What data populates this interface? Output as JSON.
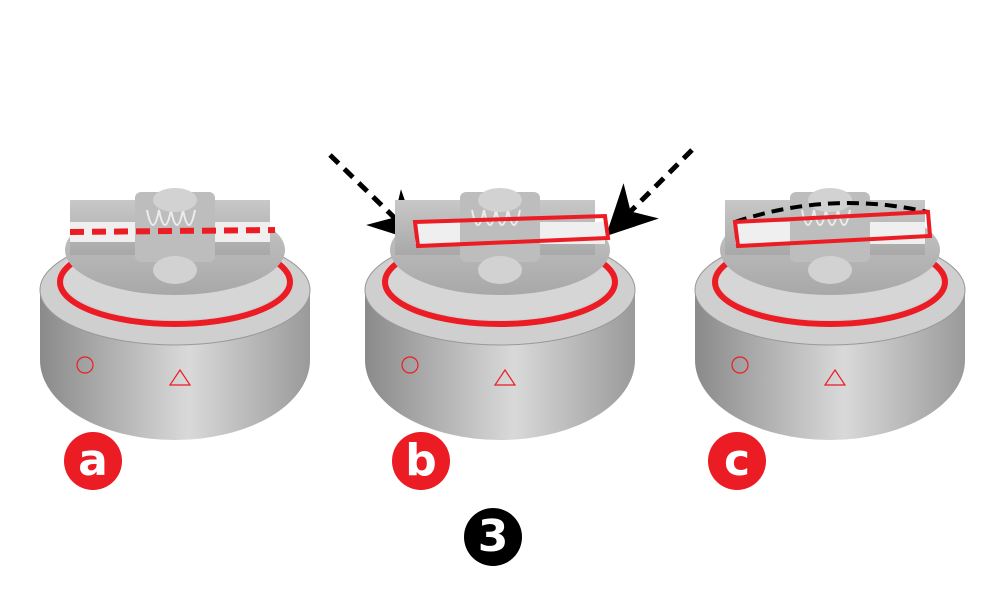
{
  "figure": {
    "step_number": "3",
    "colors": {
      "accent_red": "#ec1c24",
      "metal_light": "#e6e6e6",
      "metal_mid": "#b8b8b8",
      "metal_dark": "#8a8a8a",
      "step_badge": "#000000",
      "dash_black": "#000000"
    },
    "panels": [
      {
        "label": "a",
        "annotation": "red dashed cut line across wick channel"
      },
      {
        "label": "b",
        "annotation": "red outline with two black dashed arrows pointing to wick ends"
      },
      {
        "label": "c",
        "annotation": "red outline with black dashed trim line along top"
      }
    ]
  }
}
